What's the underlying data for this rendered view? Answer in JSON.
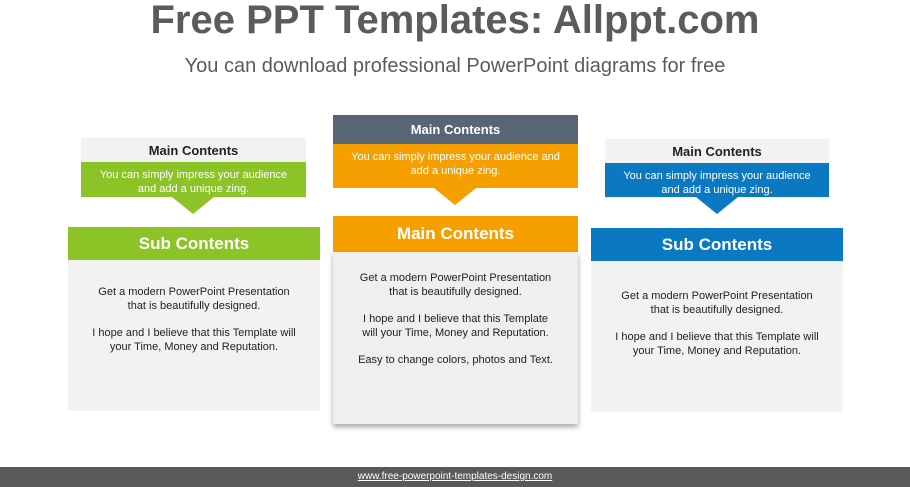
{
  "header": {
    "title": "Free PPT Templates: Allppt.com",
    "subtitle": "You can download professional PowerPoint diagrams for free"
  },
  "colors": {
    "green": "#8cc327",
    "orange": "#f59f00",
    "blue": "#0b78c2",
    "slate": "#586575",
    "light_gray": "#f2f2f2"
  },
  "columns": [
    {
      "head_label": "Main Contents",
      "callout": "You can simply impress your audience and add a unique zing.",
      "sub_title": "Sub Contents",
      "body": [
        "Get a modern PowerPoint Presentation that is beautifully designed.",
        "I hope and I believe that this Template will your Time, Money and Reputation."
      ]
    },
    {
      "head_label": "Main Contents",
      "callout": "You can simply impress your audience and add a unique zing.",
      "sub_title": "Main Contents",
      "body": [
        "Get a modern PowerPoint  Presentation that is beautifully designed.",
        "I hope and I believe that this Template will your Time, Money and Reputation.",
        "Easy to change colors, photos and Text."
      ]
    },
    {
      "head_label": "Main Contents",
      "callout": "You can simply impress your audience and add a unique zing.",
      "sub_title": "Sub Contents",
      "body": [
        "Get a modern PowerPoint Presentation that is beautifully designed.",
        "I hope and I believe that this Template will your Time, Money and Reputation."
      ]
    }
  ],
  "footer": {
    "link": "www.free-powerpoint-templates-design.com"
  }
}
